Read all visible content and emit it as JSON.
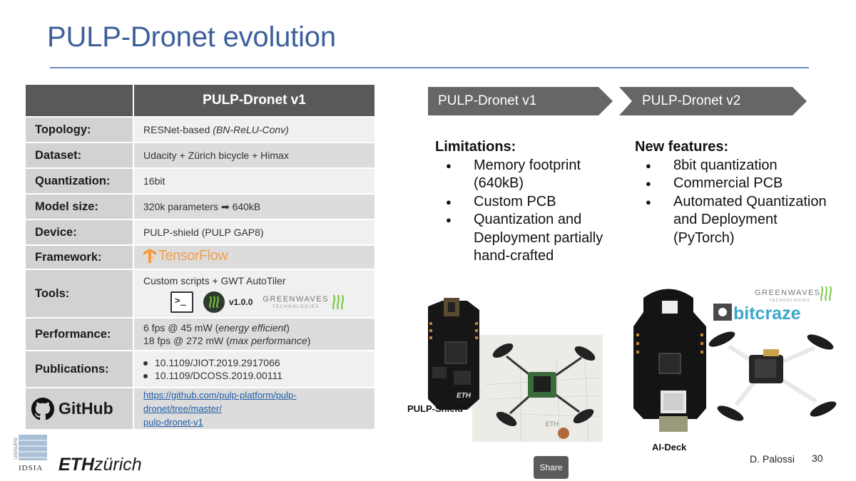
{
  "slide": {
    "title": "PULP-Dronet evolution",
    "author": "D. Palossi",
    "page_number": "30",
    "share_label": "Share"
  },
  "table": {
    "header": "PULP-Dronet v1",
    "rows": {
      "topology": {
        "label": "Topology:",
        "value": "RESNet-based ",
        "value_italic": "(BN-ReLU-Conv)"
      },
      "dataset": {
        "label": "Dataset:",
        "value": "Udacity + Zürich bicycle + Himax"
      },
      "quantization": {
        "label": "Quantization:",
        "value": "16bit"
      },
      "model_size": {
        "label": "Model size:",
        "value": "320k parameters ➡ 640kB"
      },
      "device": {
        "label": "Device:",
        "value": "PULP-shield (PULP GAP8)"
      },
      "framework": {
        "label": "Framework:",
        "logo_text": "TensorFlow"
      },
      "tools": {
        "label": "Tools:",
        "value": "Custom scripts + GWT AutoTiler",
        "version": "v1.0.0",
        "gw_name": "GREENWAVES",
        "gw_sub": "TECHNOLOGIES"
      },
      "performance": {
        "label": "Performance:",
        "line1": "6 fps @ 45 mW (",
        "line1_italic": "energy efficient",
        "line1_end": ")",
        "line2": "18 fps @ 272 mW (",
        "line2_italic": "max performance",
        "line2_end": ")"
      },
      "publications": {
        "label": "Publications:",
        "items": [
          "10.1109/JIOT.2019.2917066",
          "10.1109/DCOSS.2019.00111"
        ]
      },
      "github": {
        "label": "GitHub",
        "link_line1": "https://github.com/pulp-platform/pulp-dronet/tree/master/",
        "link_line2": "pulp-dronet-v1"
      }
    }
  },
  "chevrons": {
    "v1": "PULP-Dronet v1",
    "v2": "PULP-Dronet v2"
  },
  "limitations": {
    "heading": "Limitations:",
    "items": [
      "Memory footprint (640kB)",
      "Custom PCB",
      "Quantization and Deployment partially hand-crafted"
    ]
  },
  "new_features": {
    "heading": "New features:",
    "items": [
      "8bit quantization",
      "Commercial PCB",
      "Automated Quantization and Deployment (PyTorch)"
    ]
  },
  "images": {
    "left_caption": "PULP-Shield",
    "right_caption": "AI-Deck",
    "bitcraze": "bitcraze",
    "gw_name": "GREENWAVES",
    "gw_sub": "TECHNOLOGIES",
    "eth_board_text": "ETH",
    "eth_paper_text": "ETH"
  },
  "logos": {
    "usi": "IDSIA",
    "usi_vertical": "USI/SUPSI",
    "eth_bold": "ETH",
    "eth_rest": "zürich"
  },
  "colors": {
    "title": "#3d5f9b",
    "chevron": "#666666",
    "table_header": "#595959",
    "link": "#1f5ea8"
  }
}
